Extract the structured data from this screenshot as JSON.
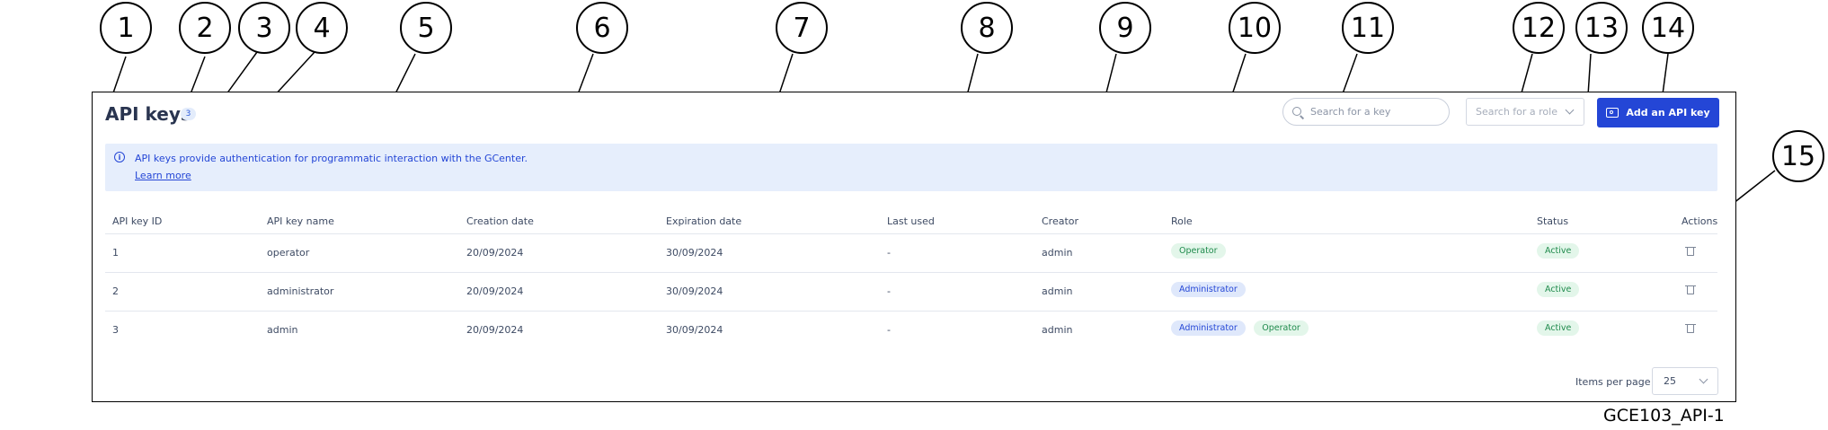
{
  "callouts": [
    "1",
    "2",
    "3",
    "4",
    "5",
    "6",
    "7",
    "8",
    "9",
    "10",
    "11",
    "12",
    "13",
    "14",
    "15"
  ],
  "header": {
    "title": "API keys",
    "count": "3",
    "search_placeholder": "Search for a key",
    "role_filter_placeholder": "Search for a role",
    "add_button_label": "Add an API key"
  },
  "info_banner": {
    "message": "API keys provide authentication for programmatic interaction with the GCenter.",
    "link": "Learn more"
  },
  "table": {
    "columns": [
      "API key ID",
      "API key name",
      "Creation date",
      "Expiration date",
      "Last used",
      "Creator",
      "Role",
      "Status",
      "Actions"
    ],
    "rows": [
      {
        "id": "1",
        "name": "operator",
        "created": "20/09/2024",
        "expires": "30/09/2024",
        "last_used": "-",
        "creator": "admin",
        "roles": [
          "Operator"
        ],
        "status": "Active"
      },
      {
        "id": "2",
        "name": "administrator",
        "created": "20/09/2024",
        "expires": "30/09/2024",
        "last_used": "-",
        "creator": "admin",
        "roles": [
          "Administrator"
        ],
        "status": "Active"
      },
      {
        "id": "3",
        "name": "admin",
        "created": "20/09/2024",
        "expires": "30/09/2024",
        "last_used": "-",
        "creator": "admin",
        "roles": [
          "Administrator",
          "Operator"
        ],
        "status": "Active"
      }
    ]
  },
  "pagination": {
    "items_per_page_label": "Items per page",
    "items_per_page_value": "25"
  },
  "figure_caption": "GCE103_API-1",
  "colors": {
    "primary": "#2446d6",
    "banner_bg": "#e6eefc",
    "active_green": "#1f8a4c",
    "active_bg": "#e3f6ea"
  },
  "icons": [
    "search-icon",
    "chevron-down-icon",
    "key-icon",
    "info-icon",
    "trash-icon"
  ]
}
